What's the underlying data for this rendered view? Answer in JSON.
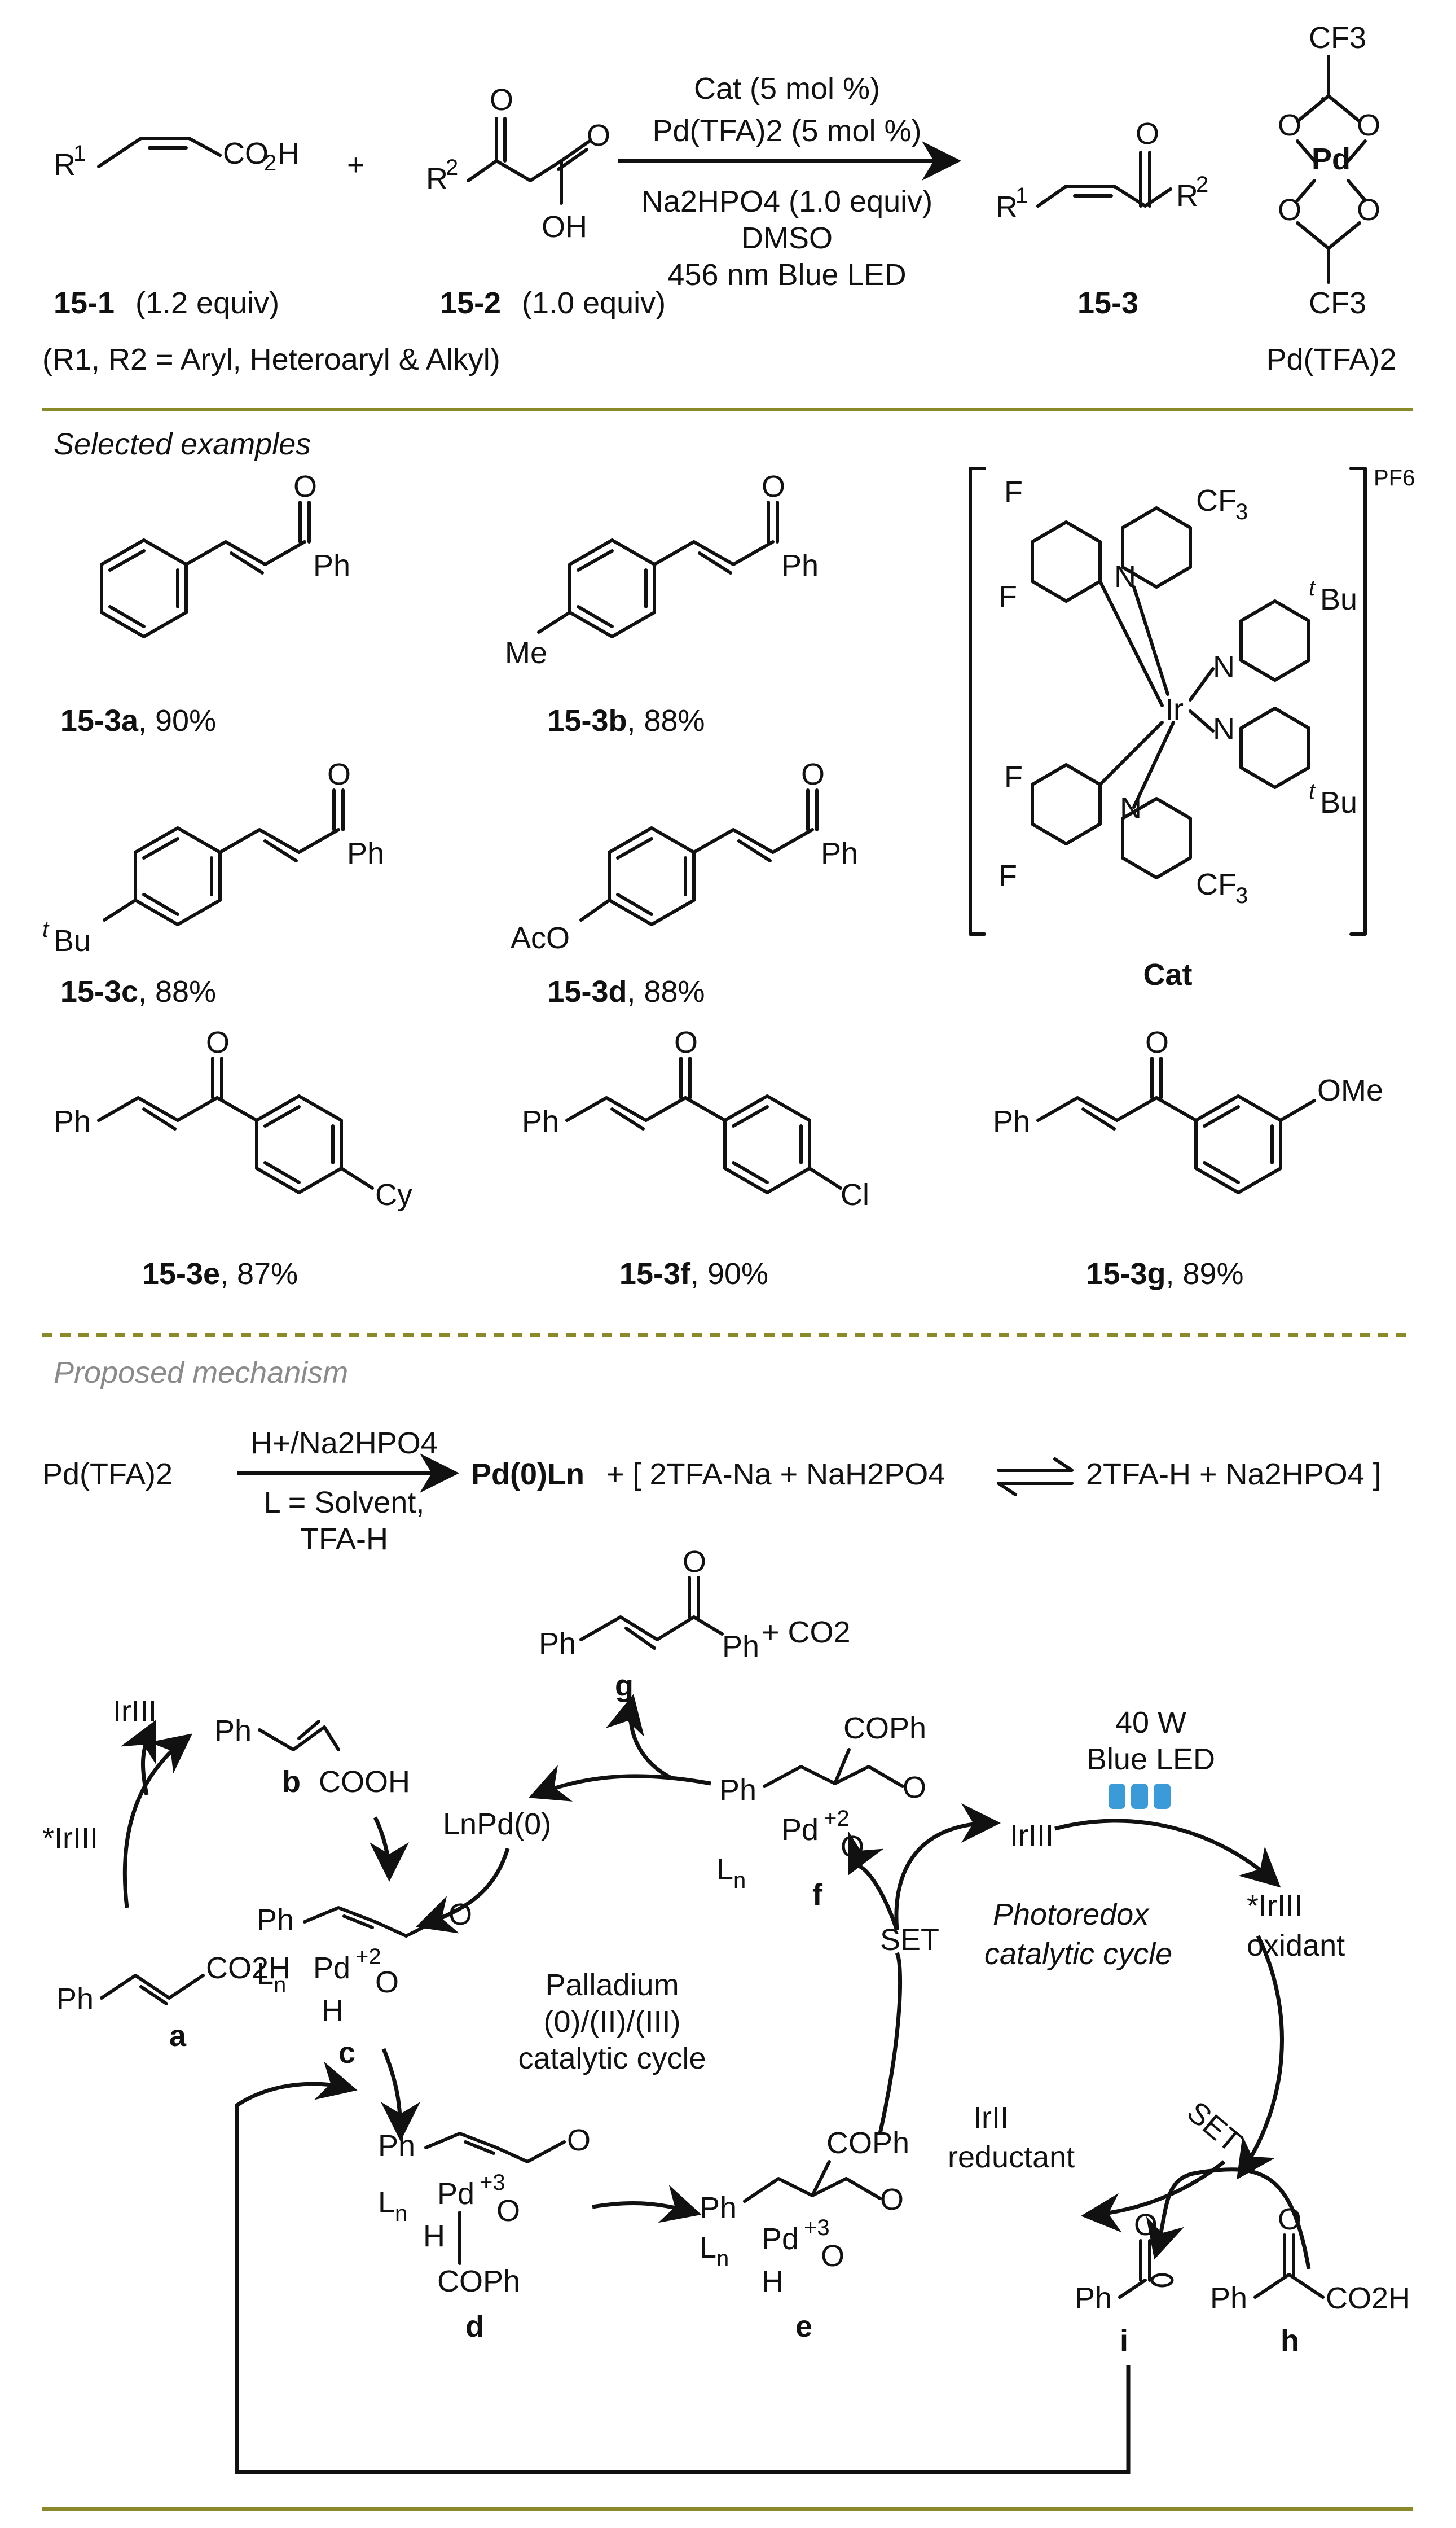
{
  "top_scheme": {
    "reactant1_id": "15-1",
    "reactant1_equiv": "(1.2 equiv)",
    "reactant2_id": "15-2",
    "reactant2_equiv": "(1.0 equiv)",
    "plus": "+",
    "r_group_note": "(R1, R2 = Aryl, Heteroaryl & Alkyl)",
    "conditions": [
      "Cat (5 mol %)",
      "Pd(TFA)2 (5 mol %)",
      "Na2HPO4 (1.0 equiv)",
      "DMSO",
      "456 nm Blue LED"
    ],
    "product_id": "15-3",
    "pd_catalyst_label": "Pd(TFA)2",
    "cf3": "CF3",
    "pd": "Pd"
  },
  "selected_examples": {
    "heading": "Selected examples",
    "items": [
      {
        "id": "15-3a",
        "yield": ", 90%"
      },
      {
        "id": "15-3b",
        "yield": ", 88%"
      },
      {
        "id": "15-3c",
        "yield": ", 88%"
      },
      {
        "id": "15-3d",
        "yield": ", 88%"
      },
      {
        "id": "15-3e",
        "yield": ", 87%"
      },
      {
        "id": "15-3f",
        "yield": ", 90%"
      },
      {
        "id": "15-3g",
        "yield": ", 89%"
      }
    ],
    "substituents": {
      "me": "Me",
      "tbu": "tBu",
      "aco": "AcO",
      "cy": "Cy",
      "cl": "Cl",
      "ome": "OMe",
      "ph": "Ph"
    },
    "catalyst": {
      "label": "Cat",
      "counterion": "PF6",
      "metal": "Ir"
    }
  },
  "mechanism": {
    "heading": "Proposed mechanism",
    "equation": {
      "start": "Pd(TFA)2",
      "above_arrow": "H+/Na2HPO4",
      "below_arrow": [
        "L = Solvent,",
        "TFA-H"
      ],
      "product": "Pd(0)Ln",
      "rest": "+ [ 2TFA-Na + NaH2PO4",
      "right": "2TFA-H + Na2HPO4 ]"
    },
    "labels": {
      "g": "g",
      "co2": "+ CO2",
      "b": "b",
      "cooh": "COOH",
      "a": "a",
      "co2h": "CO2H",
      "c": "c",
      "d": "d",
      "e": "e",
      "f": "f",
      "h": "h",
      "i": "i",
      "irIII": "IrIII",
      "star_irIII": "*IrIII",
      "irII": "IrII",
      "lnpd0": "LnPd(0)",
      "light": [
        "40 W",
        "Blue LED"
      ],
      "oxidant": "oxidant",
      "reductant": "reductant",
      "set": "SET",
      "pd_cycle": [
        "Palladium",
        "(0)/(II)/(III)",
        "catalytic cycle"
      ],
      "photo_cycle": [
        "Photoredox",
        "catalytic cycle"
      ],
      "coph": "COPh",
      "pd2": "+2",
      "pd3": "+3"
    }
  }
}
